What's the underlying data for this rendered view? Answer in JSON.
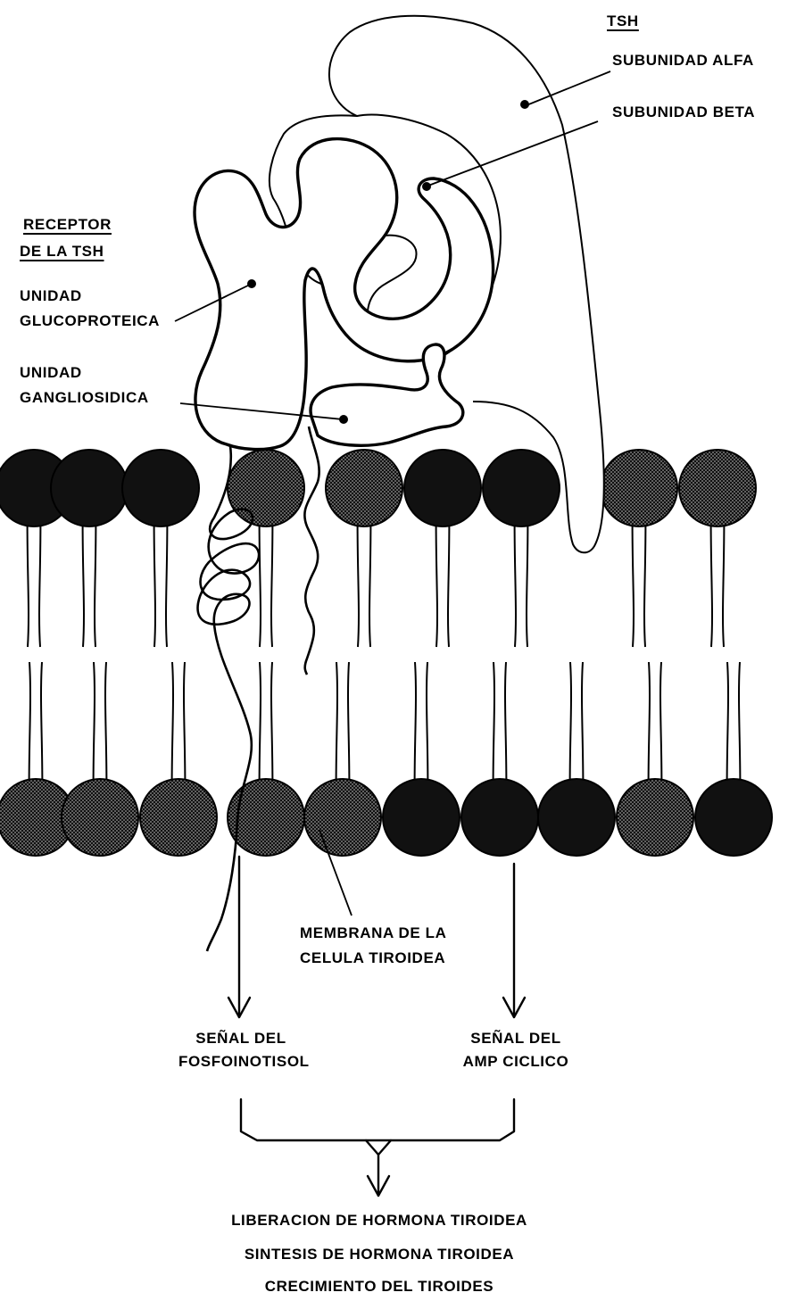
{
  "tsh": {
    "heading": "TSH",
    "alpha": "SUBUNIDAD ALFA",
    "beta": "SUBUNIDAD BETA"
  },
  "receptor": {
    "heading_line1": "RECEPTOR",
    "heading_line2": "DE LA TSH",
    "glyco_line1": "UNIDAD",
    "glyco_line2": "GLUCOPROTEICA",
    "ganglio_line1": "UNIDAD",
    "ganglio_line2": "GANGLIOSIDICA"
  },
  "membrane": {
    "line1": "MEMBRANA DE LA",
    "line2": "CELULA TIROIDEA"
  },
  "signals": {
    "left_line1": "SEÑAL DEL",
    "left_line2": "FOSFOINOTISOL",
    "right_line1": "SEÑAL DEL",
    "right_line2": "AMP CICLICO"
  },
  "outcomes": [
    "LIBERACION DE HORMONA TIROIDEA",
    "SINTESIS DE HORMONA TIROIDEA",
    "CRECIMIENTO DEL TIROIDES"
  ],
  "colors": {
    "ink": "#000000",
    "head_dark": "#111111",
    "head_stippled": "#4a4a4a"
  }
}
